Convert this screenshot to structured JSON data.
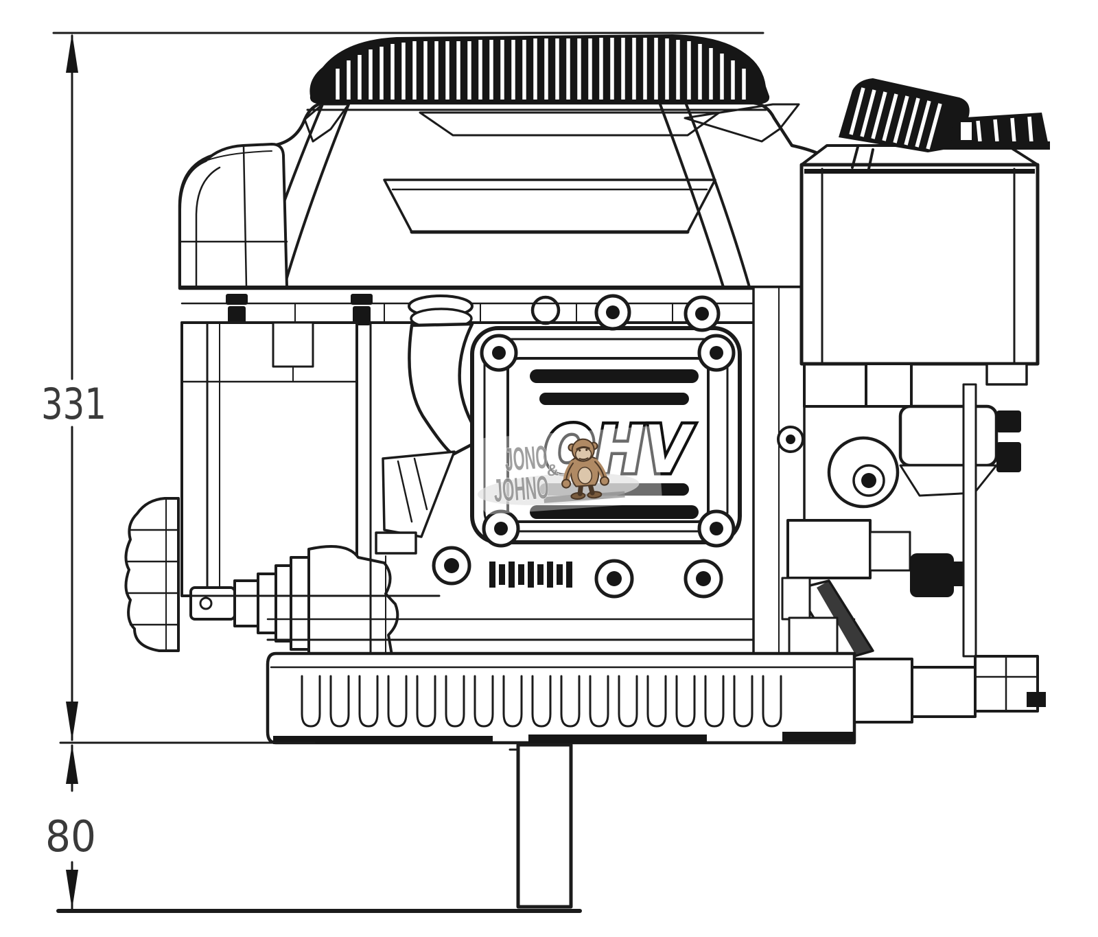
{
  "drawing": {
    "type": "engine-side-elevation-dimension-drawing",
    "dimensions": {
      "overall_height": {
        "value": "331",
        "orientation": "vertical",
        "from": "crankcase mounting face",
        "to": "top of flywheel screen"
      },
      "shaft_extension": {
        "value": "80",
        "orientation": "vertical",
        "from": "mounting face",
        "to": "end of PTO crankshaft"
      }
    },
    "engine": {
      "valve_cover_label": "OHV",
      "parts": [
        "flywheel-screen",
        "blower-housing",
        "air-cleaner-cover",
        "fuel-tank",
        "fuel-cap-box",
        "valve-cover",
        "carburetor",
        "fuel-solenoid",
        "oil-fill-knob",
        "oil-drain-plug",
        "intake-elbow",
        "oil-pan-base",
        "pto-shaft"
      ]
    },
    "watermark": {
      "line1": "JONO",
      "ampersand": "&",
      "line2": "JOHNO",
      "mascot": "gorilla"
    },
    "colors": {
      "ink": "#1b1b1b",
      "paper": "#ffffff",
      "dimension_text": "#3a3a3a",
      "watermark_text": "#8f8f8f",
      "gorilla_body": "#b08a64",
      "gorilla_face": "#dcc6ab",
      "gorilla_outline": "#4a3726",
      "swoosh": "#e2e2e2"
    }
  }
}
